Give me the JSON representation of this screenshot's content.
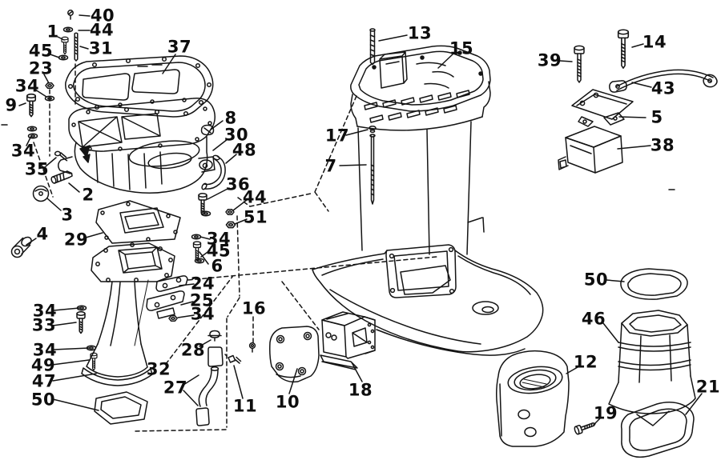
{
  "figure": {
    "type": "exploded-parts-diagram",
    "background": "#ffffff",
    "line_color": "#141414"
  },
  "callouts": [
    {
      "label": "40"
    },
    {
      "label": "44"
    },
    {
      "label": "1"
    },
    {
      "label": "45"
    },
    {
      "label": "31"
    },
    {
      "label": "23"
    },
    {
      "label": "34"
    },
    {
      "label": "9"
    },
    {
      "label": "37"
    },
    {
      "label": "34"
    },
    {
      "label": "35"
    },
    {
      "label": "8"
    },
    {
      "label": "30"
    },
    {
      "label": "48"
    },
    {
      "label": "2"
    },
    {
      "label": "3"
    },
    {
      "label": "4"
    },
    {
      "label": "29"
    },
    {
      "label": "36"
    },
    {
      "label": "44"
    },
    {
      "label": "51"
    },
    {
      "label": "34"
    },
    {
      "label": "45"
    },
    {
      "label": "6"
    },
    {
      "label": "24"
    },
    {
      "label": "25"
    },
    {
      "label": "34"
    },
    {
      "label": "16"
    },
    {
      "label": "34"
    },
    {
      "label": "33"
    },
    {
      "label": "34"
    },
    {
      "label": "49"
    },
    {
      "label": "47"
    },
    {
      "label": "50"
    },
    {
      "label": "28"
    },
    {
      "label": "32"
    },
    {
      "label": "27"
    },
    {
      "label": "11"
    },
    {
      "label": "10"
    },
    {
      "label": "18"
    },
    {
      "label": "13"
    },
    {
      "label": "15"
    },
    {
      "label": "17"
    },
    {
      "label": "7"
    },
    {
      "label": "39"
    },
    {
      "label": "14"
    },
    {
      "label": "43"
    },
    {
      "label": "5"
    },
    {
      "label": "38"
    },
    {
      "label": "50"
    },
    {
      "label": "46"
    },
    {
      "label": "12"
    },
    {
      "label": "19"
    },
    {
      "label": "21"
    }
  ]
}
